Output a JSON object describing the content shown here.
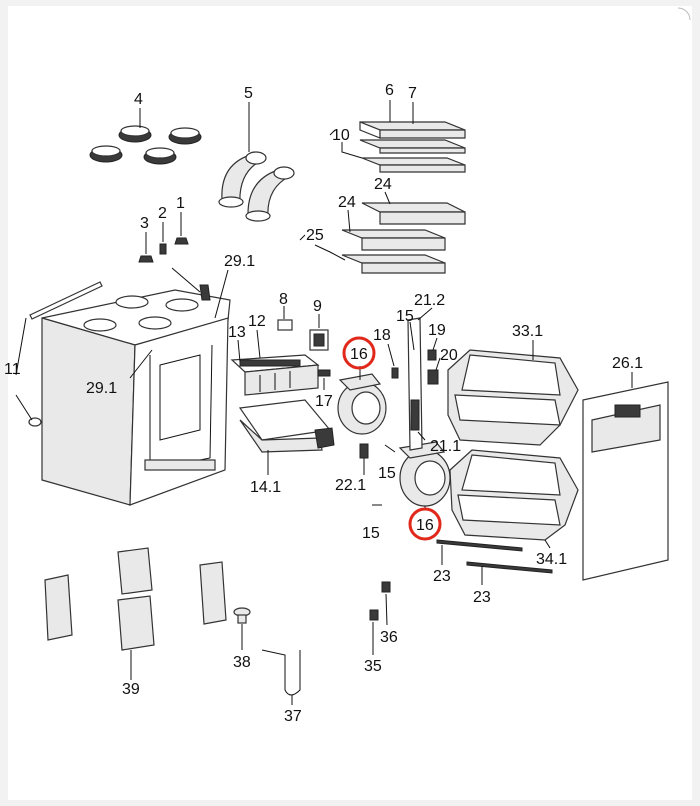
{
  "diagram": {
    "labels": {
      "p4": "4",
      "p5": "5",
      "p6": "6",
      "p7": "7",
      "p10": "10",
      "p24a": "24",
      "p24b": "24",
      "p25": "25",
      "p3": "3",
      "p2": "2",
      "p1": "1",
      "p29_1a": "29.1",
      "p29_1b": "29.1",
      "p11": "11",
      "p8": "8",
      "p9": "9",
      "p13": "13",
      "p12": "12",
      "p14_1": "14.1",
      "p17": "17",
      "p16a": "16",
      "p16b": "16",
      "p18": "18",
      "p15a": "15",
      "p15b": "15",
      "p15c": "15",
      "p21_2": "21.2",
      "p19": "19",
      "p20": "20",
      "p21_1": "21.1",
      "p22_1": "22.1",
      "p33_1": "33.1",
      "p26_1": "26.1",
      "p34_1": "34.1",
      "p23a": "23",
      "p23b": "23",
      "p36": "36",
      "p35": "35",
      "p38": "38",
      "p37": "37",
      "p39": "39"
    },
    "highlight_color": "#e0281b"
  }
}
